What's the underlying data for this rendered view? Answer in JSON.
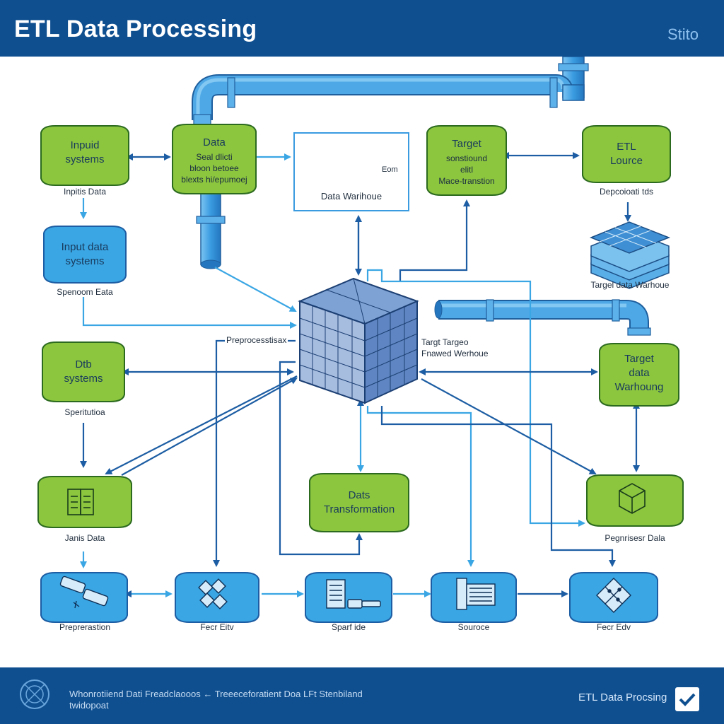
{
  "header": {
    "title": "ETL Data Processing",
    "tag": "Stito"
  },
  "nodes": {
    "input_systems_top": {
      "label_line1": "Inpuid",
      "label_line2": "systems",
      "caption": "Inpitis Data"
    },
    "data_box": {
      "title": "Data",
      "line1": "Seal dlicti",
      "line2": "bloon betoee",
      "line3": "blexts hi/epumoej"
    },
    "warehouse_box": {
      "caption": "Data Warihoue",
      "left_arrow": "→",
      "right_label": "Eom"
    },
    "target_top": {
      "title": "Target",
      "line1": "sonstiound",
      "line2": "elitl",
      "line3": "Mace-transtion"
    },
    "etl_source": {
      "line1": "ETL",
      "line2": "Lource",
      "caption": "Depcoioati tds"
    },
    "target_warehouse_stack": {
      "caption": "Targel data Warhoue"
    },
    "input_data_systems": {
      "line1": "Input data",
      "line2": "systems",
      "caption": "Spenoom Eata"
    },
    "cube": {
      "left_label": "Preprocesstisax",
      "right_line1": "Targt Targeo",
      "right_line2": "Fnawed Werhoue"
    },
    "dth_systems": {
      "line1": "Dtb",
      "line2": "systems",
      "caption": "Speritutioa"
    },
    "target_data_warehouse": {
      "line1": "Target",
      "line2": "data",
      "line3": "Warhoung"
    },
    "janis_data": {
      "caption": "Janis Data"
    },
    "data_transformation": {
      "line1": "Dats",
      "line2": "Transformation"
    },
    "pegnrisesr_data": {
      "caption": "Pegnrisesr Dala"
    },
    "bottom_row": [
      {
        "caption": "Preprerastion",
        "icon": "usb-drives-icon"
      },
      {
        "caption": "Fecr Eitv",
        "icon": "diamond-blocks-icon"
      },
      {
        "caption": "Sparf ide",
        "icon": "document-plug-icon"
      },
      {
        "caption": "Souroce",
        "icon": "server-rack-icon"
      },
      {
        "caption": "Fecr Edv",
        "icon": "network-grid-icon"
      }
    ]
  },
  "footer": {
    "text_line1": "Whonrotiiend Dati Freadclaooos ← Treeeceforatient Doa LFt Stenbiland",
    "text_line2": "twidopoat",
    "right_label": "ETL Data Procsing"
  },
  "colors": {
    "header_bg": "#0f4f90",
    "green_node": "#8cc63f",
    "blue_node": "#3aa6e4",
    "arrow_dark": "#1c5da3",
    "arrow_light": "#3aa6e4",
    "pipe": "#4fa8e6"
  }
}
